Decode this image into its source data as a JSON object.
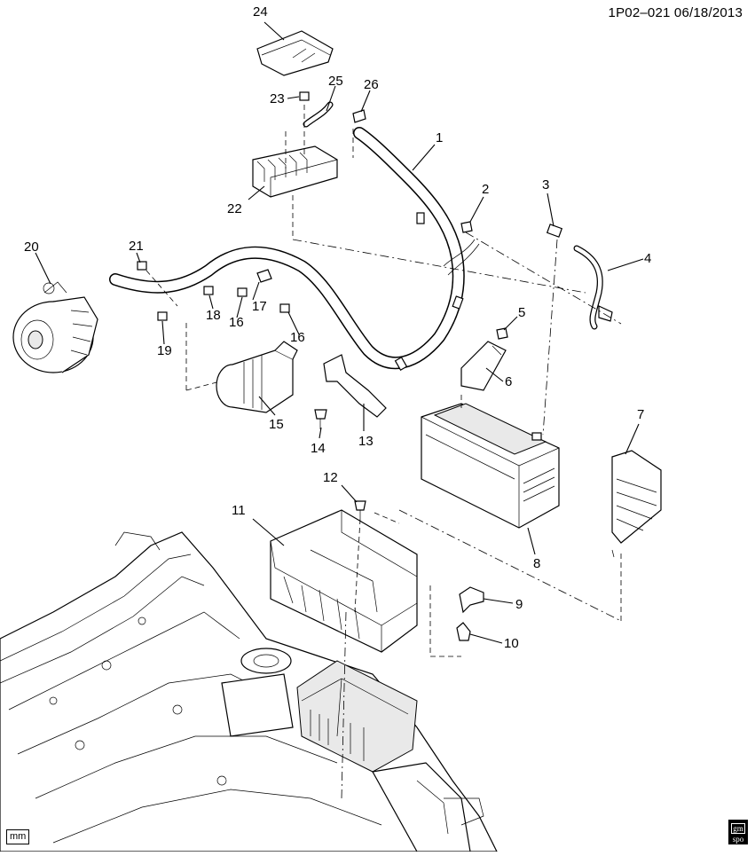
{
  "header": {
    "code": "1P02–021  06/18/2013"
  },
  "units_label": "mm",
  "logo": {
    "line1": "gm",
    "line2": "spo"
  },
  "callouts": {
    "c1": "1",
    "c2": "2",
    "c3": "3",
    "c4": "4",
    "c5": "5",
    "c6": "6",
    "c7": "7",
    "c8": "8",
    "c9": "9",
    "c10": "10",
    "c11": "11",
    "c12": "12",
    "c13": "13",
    "c14": "14",
    "c15": "15",
    "c16a": "16",
    "c16b": "16",
    "c17": "17",
    "c18": "18",
    "c19": "19",
    "c20": "20",
    "c21": "21",
    "c22": "22",
    "c23": "23",
    "c24": "24",
    "c25": "25",
    "c26": "26"
  },
  "colors": {
    "ink": "#000000",
    "paper": "#ffffff"
  }
}
